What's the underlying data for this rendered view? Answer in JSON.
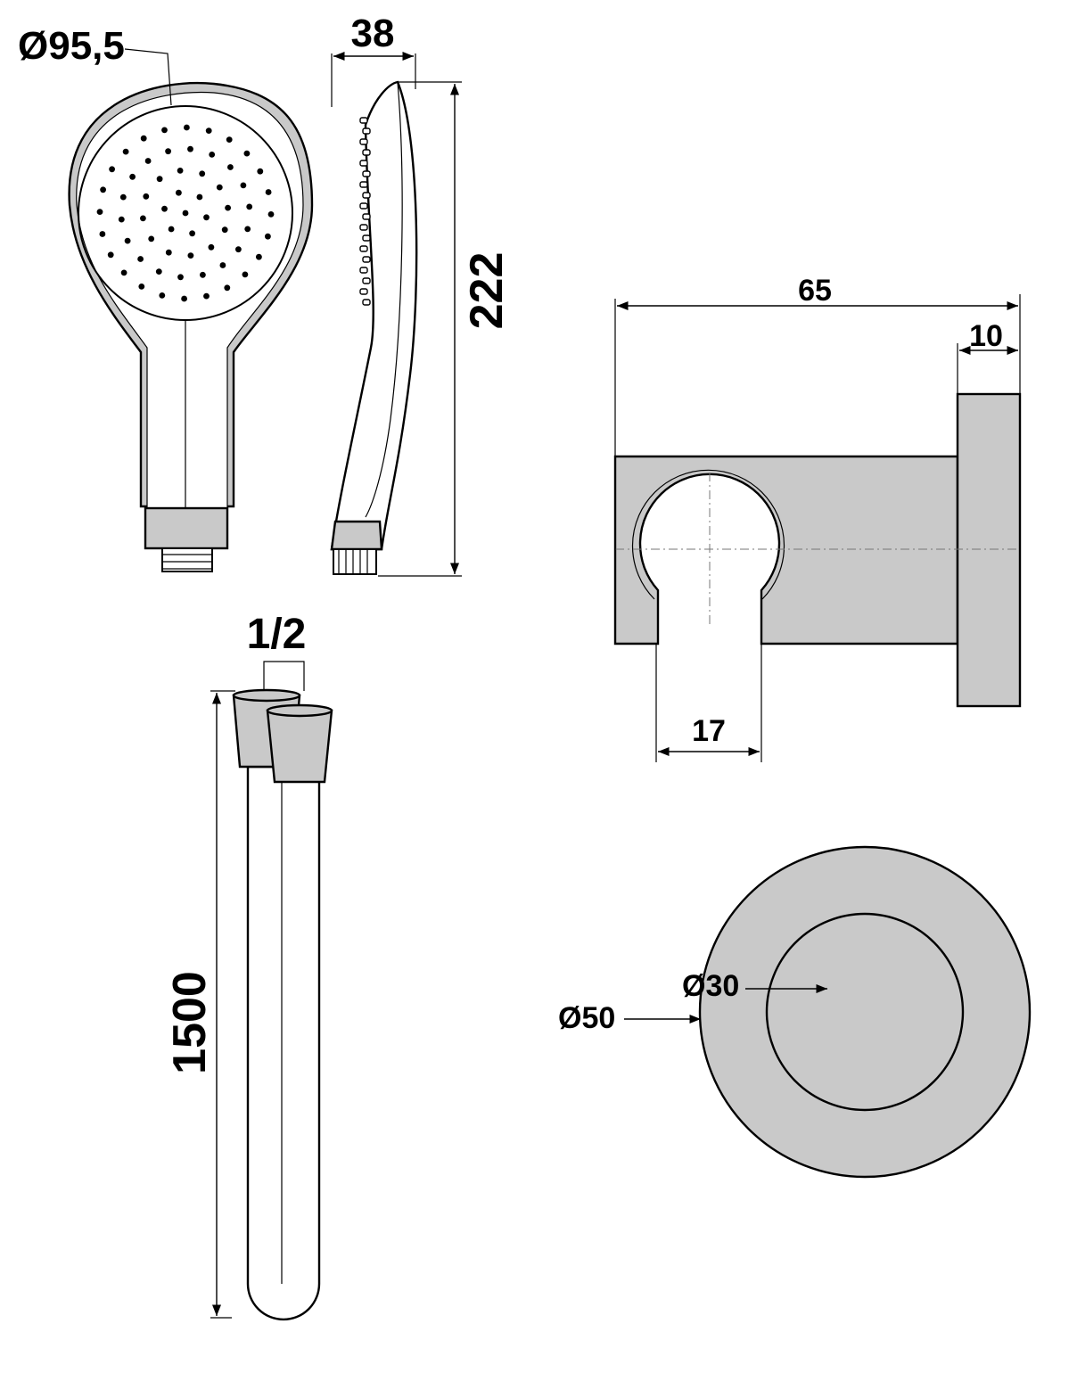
{
  "dimensions": {
    "head_diameter": "Ø95,5",
    "head_thickness": "38",
    "handshower_length": "222",
    "holder_projection": "65",
    "flange_thickness": "10",
    "cradle_opening": "17",
    "thread_size": "1/2",
    "hose_length": "1500",
    "flange_outer_diameter": "Ø50",
    "flange_inner_diameter": "Ø30"
  },
  "colors": {
    "part_fill": "#c9c9c9",
    "line": "#000000",
    "background": "#ffffff"
  }
}
